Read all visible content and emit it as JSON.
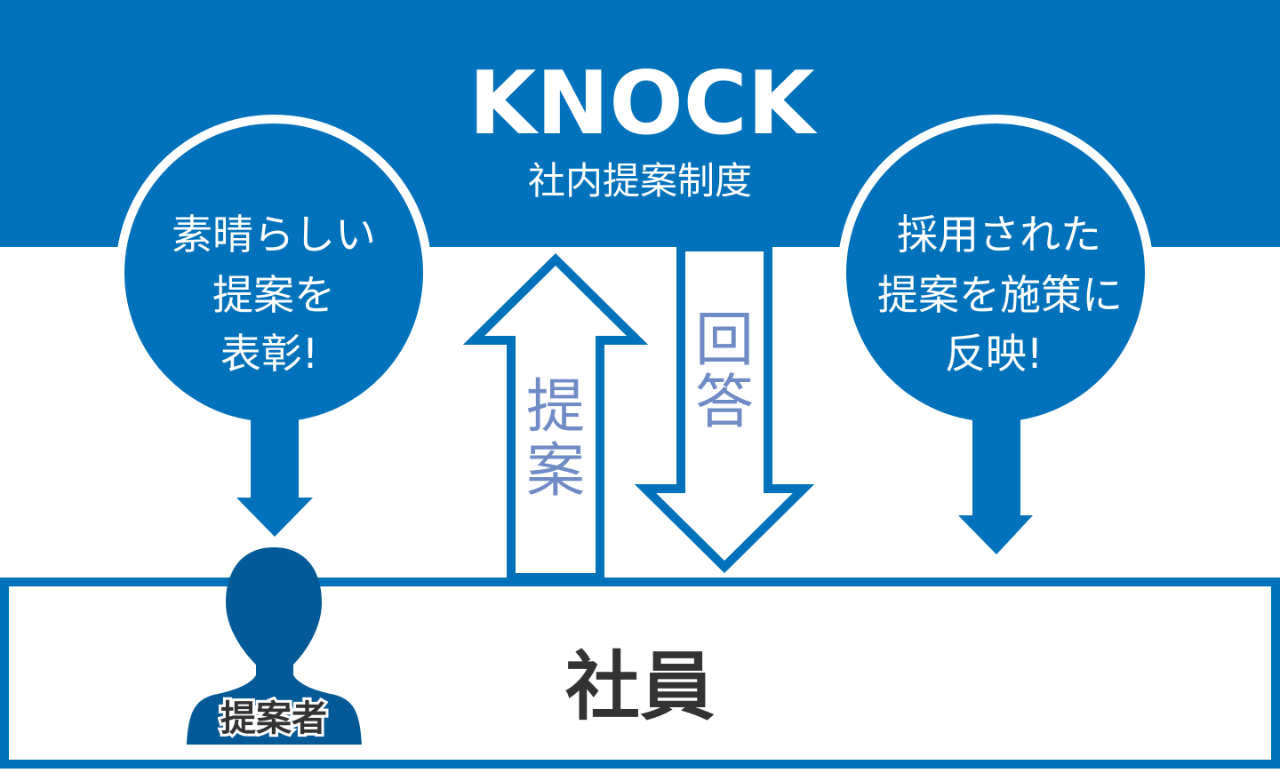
{
  "header": {
    "title": "KNOCK",
    "subtitle": "社内提案制度"
  },
  "left_bubble": {
    "lines": [
      "素晴らしい",
      "提案を",
      "表彰!"
    ]
  },
  "right_bubble": {
    "lines": [
      "採用された",
      "提案を施策に",
      "反映!"
    ]
  },
  "up_arrow": {
    "lines": [
      "提",
      "案"
    ]
  },
  "down_arrow": {
    "lines": [
      "回",
      "答"
    ]
  },
  "employees": {
    "label": "社員"
  },
  "proposer": {
    "label": "提案者"
  },
  "colors": {
    "primary": "#0071BB",
    "person": "#045A96",
    "arrow_text": "#6F8CC6",
    "dark_text": "#333333"
  }
}
